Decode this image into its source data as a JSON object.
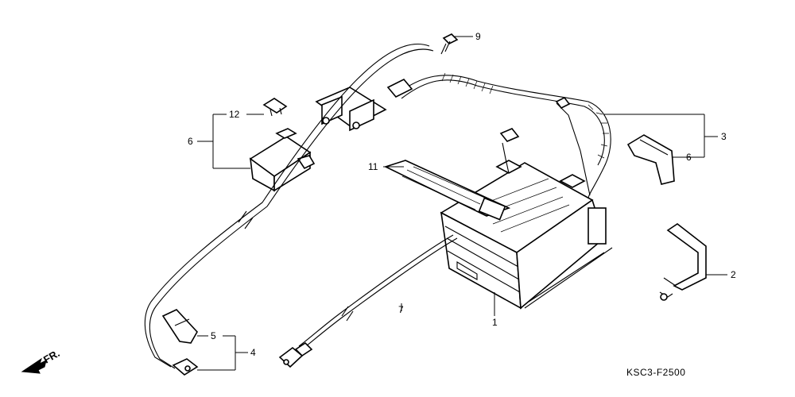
{
  "callouts": [
    {
      "id": "c1",
      "label": "1"
    },
    {
      "id": "c2",
      "label": "2"
    },
    {
      "id": "c3",
      "label": "3"
    },
    {
      "id": "c4",
      "label": "4"
    },
    {
      "id": "c5",
      "label": "5"
    },
    {
      "id": "c6a",
      "label": "6"
    },
    {
      "id": "c6b",
      "label": "6"
    },
    {
      "id": "c7",
      "label": "7"
    },
    {
      "id": "c9",
      "label": "9"
    },
    {
      "id": "c11",
      "label": "11"
    },
    {
      "id": "c12",
      "label": "12"
    }
  ],
  "front_indicator": "FR.",
  "diagram_code": "KSC3-F2500"
}
